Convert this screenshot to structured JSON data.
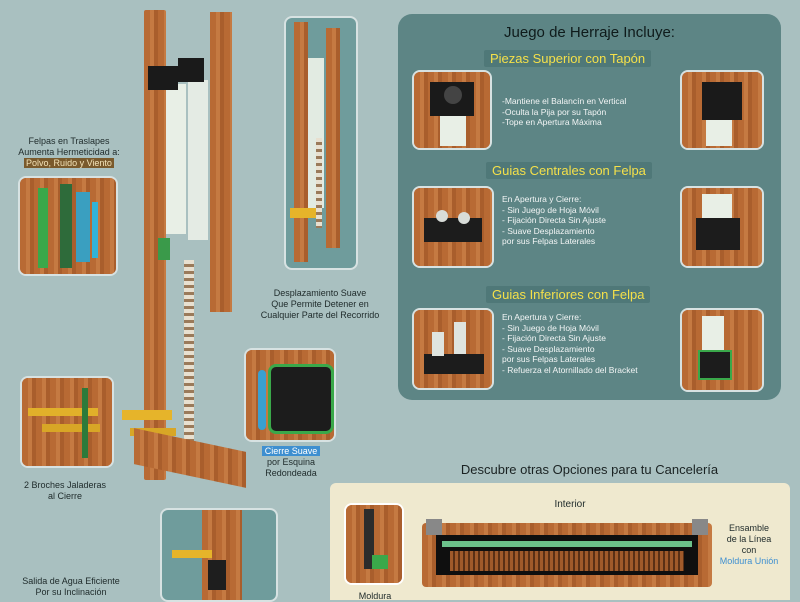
{
  "left": {
    "felpas_label_1": "Felpas en Traslapes",
    "felpas_label_2": "Aumenta Hermeticidad a:",
    "felpas_tags": "Polvo,  Ruido  y  Viento",
    "desplaz_1": "Desplazamiento Suave",
    "desplaz_2": "Que Permite Detener en",
    "desplaz_3": "Cualquier Parte del Recorrido",
    "broches_1": "2 Broches Jaladeras",
    "broches_2": "al  Cierre",
    "cierre_tag": "Cierre Suave",
    "cierre_2": "por Esquina",
    "cierre_3": "Redondeada",
    "salida_1": "Salida de Agua Eficiente",
    "salida_2": "Por su Inclinación"
  },
  "panel": {
    "title": "Juego de Herraje Incluye:",
    "sec1": {
      "title": "Piezas Superior con Tapón",
      "bullets": [
        "-Mantiene el Balancín en Vertical",
        "-Oculta la Pija por su Tapón",
        "-Tope en Apertura Máxima"
      ]
    },
    "sec2": {
      "title": "Guias Centrales con Felpa",
      "bullets": [
        "En Apertura y Cierre:",
        "- Sin Juego de Hoja Móvil",
        "- Fijación Directa Sin Ajuste",
        "- Suave Desplazamiento",
        "  por sus Felpas Laterales"
      ]
    },
    "sec3": {
      "title": "Guias Inferiores con Felpa",
      "bullets": [
        "En Apertura y Cierre:",
        "- Sin Juego de Hoja Móvil",
        "- Fijación Directa Sin Ajuste",
        "- Suave Desplazamiento",
        "  por sus Felpas Laterales",
        "- Refuerza el Atornillado del Bracket"
      ]
    }
  },
  "bottom": {
    "title": "Descubre otras Opciones para tu Cancelería",
    "interior": "Interior",
    "ensamble_1": "Ensamble",
    "ensamble_2": "de la Línea",
    "ensamble_3": "con",
    "ensamble_4": "Moldura Unión",
    "cut_label": "Moldura"
  },
  "colors": {
    "bg": "#a9c0c0",
    "panel": "#5d8585",
    "accent_yellow": "#f4e04a",
    "accent_blue": "#3e8fd0"
  }
}
